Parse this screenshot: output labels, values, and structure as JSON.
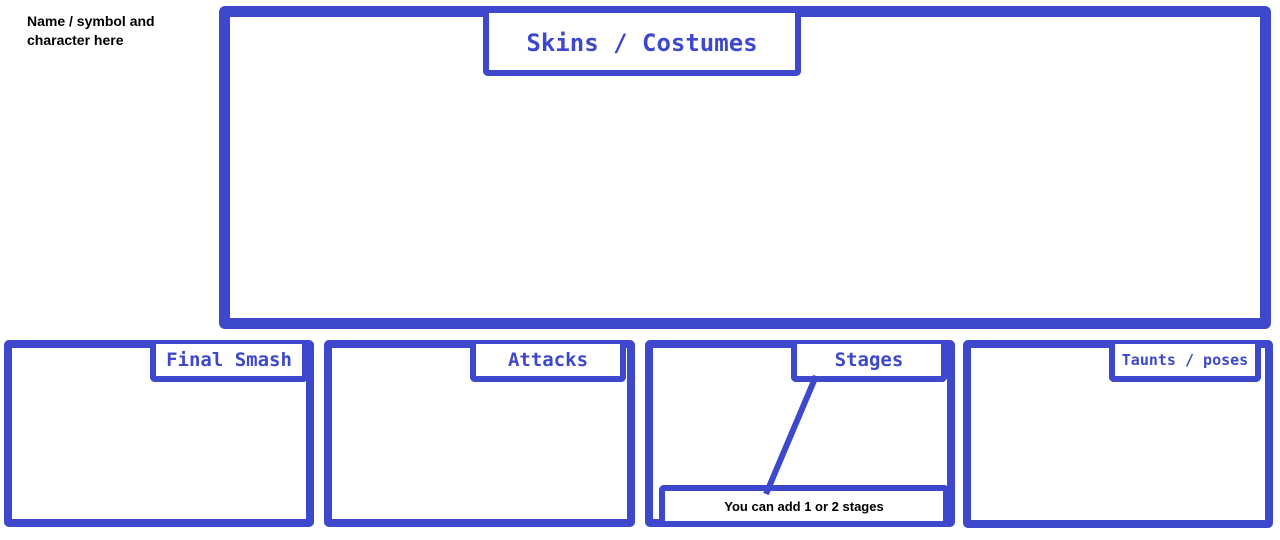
{
  "header_note": "Name / symbol and character here",
  "main_panel": {
    "title": "Skins / Costumes"
  },
  "panels": [
    {
      "title": "Final Smash"
    },
    {
      "title": "Attacks"
    },
    {
      "title": "Stages",
      "note": "You can add 1 or 2 stages"
    },
    {
      "title": "Taunts / poses"
    }
  ],
  "colors": {
    "accent": "#3d48cc",
    "background": "#ffffff",
    "text": "#000000"
  }
}
